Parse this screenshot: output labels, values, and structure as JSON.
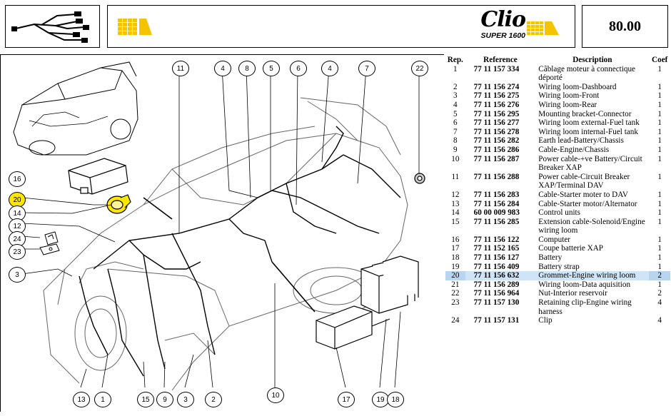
{
  "header": {
    "brand_name": "Clio",
    "brand_sub": "SUPER 1600",
    "page_code": "80.00"
  },
  "columns": {
    "rep": "Rep.",
    "reference": "Reference",
    "description": "Description",
    "coef": "Coef"
  },
  "parts": [
    {
      "rep": "1",
      "ref": "77 11 157 334",
      "desc": "Câblage moteur à connectique déporté",
      "coef": "1"
    },
    {
      "rep": "2",
      "ref": "77 11 156 274",
      "desc": "Wiring loom-Dashboard",
      "coef": "1"
    },
    {
      "rep": "3",
      "ref": "77 11 156 275",
      "desc": "Wiring loom-Front",
      "coef": "1"
    },
    {
      "rep": "4",
      "ref": "77 11 156 276",
      "desc": "Wiring loom-Rear",
      "coef": "1"
    },
    {
      "rep": "5",
      "ref": "77 11 156 295",
      "desc": "Mounting bracket-Connector",
      "coef": "1"
    },
    {
      "rep": "6",
      "ref": "77 11 156 277",
      "desc": "Wiring loom external-Fuel tank",
      "coef": "1"
    },
    {
      "rep": "7",
      "ref": "77 11 156 278",
      "desc": "Wiring loom internal-Fuel tank",
      "coef": "1"
    },
    {
      "rep": "8",
      "ref": "77 11 156 282",
      "desc": "Earth lead-Battery/Chassis",
      "coef": "1"
    },
    {
      "rep": "9",
      "ref": "77 11 156 286",
      "desc": "Cable-Engine/Chassis",
      "coef": "1"
    },
    {
      "rep": "10",
      "ref": "77 11 156 287",
      "desc": "Power cable-+ve Battery/Circuit Breaker XAP",
      "coef": "1"
    },
    {
      "rep": "11",
      "ref": "77 11 156 288",
      "desc": "Power cable-Circuit Breaker XAP/Terminal DAV",
      "coef": "1"
    },
    {
      "rep": "12",
      "ref": "77 11 156 283",
      "desc": "Cable-Starter moter to DAV",
      "coef": "1"
    },
    {
      "rep": "13",
      "ref": "77 11 156 284",
      "desc": "Cable-Starter motor/Alternator",
      "coef": "1"
    },
    {
      "rep": "14",
      "ref": "60 00 009 983",
      "desc": "Control units",
      "coef": "1"
    },
    {
      "rep": "15",
      "ref": "77 11 156 285",
      "desc": "Extension cable-Solenoid/Engine wiring loom",
      "coef": "1"
    },
    {
      "rep": "16",
      "ref": "77 11 156 122",
      "desc": "Computer",
      "coef": "1"
    },
    {
      "rep": "17",
      "ref": "77 11 152 165",
      "desc": "Coupe batterie XAP",
      "coef": "1"
    },
    {
      "rep": "18",
      "ref": "77 11 156 127",
      "desc": "Battery",
      "coef": "1"
    },
    {
      "rep": "19",
      "ref": "77 11 156 409",
      "desc": "Battery strap",
      "coef": "1"
    },
    {
      "rep": "20",
      "ref": "77 11 156 632",
      "desc": "Grommet-Engine wiring loom",
      "coef": "2",
      "highlight": true
    },
    {
      "rep": "21",
      "ref": "77 11 156 289",
      "desc": "Wiring loom-Data aquisition",
      "coef": "1"
    },
    {
      "rep": "22",
      "ref": "77 11 156 964",
      "desc": "Nut-Interior reservoir",
      "coef": "2"
    },
    {
      "rep": "23",
      "ref": "77 11 157 130",
      "desc": "Retaining clip-Engine wiring harness",
      "coef": "4"
    },
    {
      "rep": "24",
      "ref": "77 11 157 131",
      "desc": "Clip",
      "coef": "4"
    }
  ],
  "callouts": {
    "top": [
      "11",
      "4",
      "8",
      "5",
      "6",
      "4",
      "7",
      "22"
    ],
    "left": [
      "16",
      "20",
      "14",
      "12",
      "24",
      "23",
      "3"
    ],
    "bottom": [
      "13",
      "1",
      "15",
      "9",
      "3",
      "2",
      "10",
      "17",
      "19",
      "18"
    ]
  },
  "colors": {
    "accent_yellow": "#f5c400",
    "highlight_row": "#cfe4f7",
    "highlight_callout": "#ffe600"
  }
}
